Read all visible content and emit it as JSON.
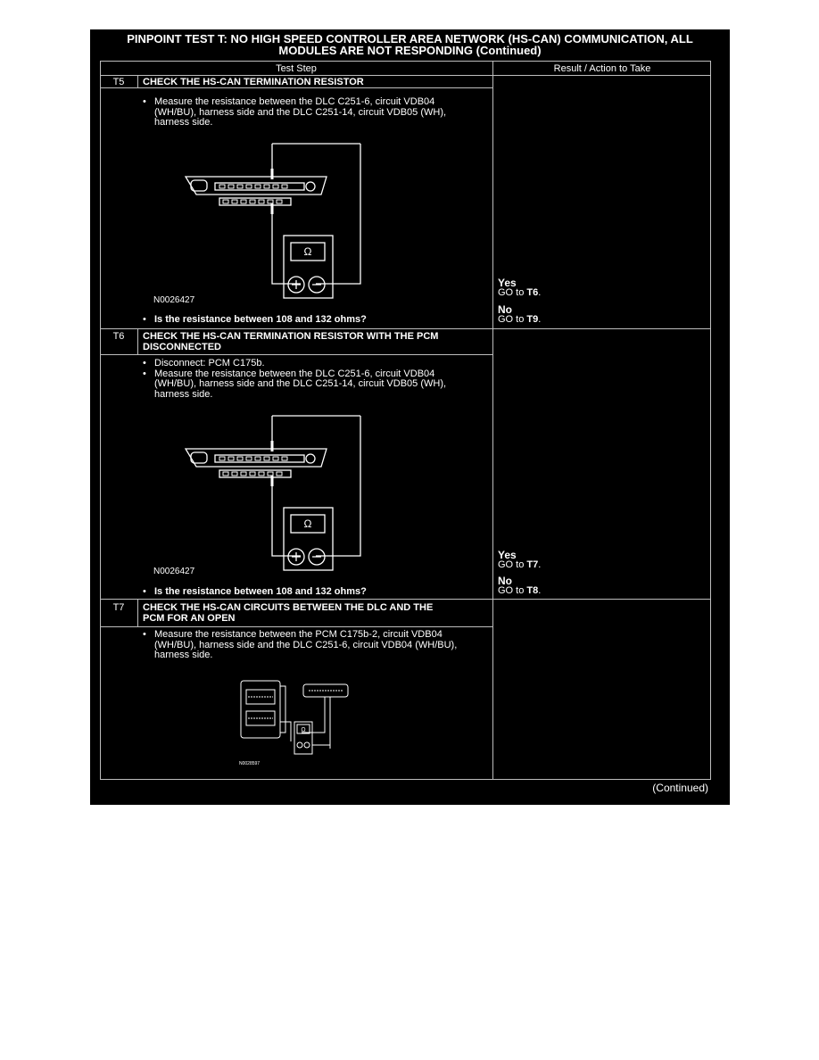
{
  "title": {
    "line1": "PINPOINT TEST  T: NO HIGH SPEED CONTROLLER AREA NETWORK (HS-CAN) COMMUNICATION, ALL",
    "line2": "MODULES ARE NOT RESPONDING (Continued)"
  },
  "table": {
    "col_test_step": "Test Step",
    "col_result": "Result / Action to Take"
  },
  "steps": [
    {
      "id": "T5",
      "title": "CHECK THE HS-CAN TERMINATION RESISTOR",
      "bullets": [
        "Measure the resistance between the DLC C251-6, circuit VDB04 (WH/BU), harness side and the DLC C251-14, circuit VDB05 (WH), harness side."
      ],
      "figure_id": "N0026427",
      "meter_symbol": "Ω",
      "question": "Is the resistance between 108 and 132 ohms?",
      "yes_label": "Yes",
      "yes_prefix": "GO to ",
      "yes_target": "T6",
      "no_label": "No",
      "no_prefix": "GO to ",
      "no_target": "T9"
    },
    {
      "id": "T6",
      "title_line1": "CHECK THE HS-CAN TERMINATION RESISTOR WITH THE PCM",
      "title_line2": "DISCONNECTED",
      "bullets": [
        "Disconnect: PCM C175b.",
        "Measure the resistance between the DLC C251-6, circuit VDB04 (WH/BU), harness side and the DLC C251-14, circuit VDB05 (WH), harness side."
      ],
      "figure_id": "N0026427",
      "meter_symbol": "Ω",
      "question": "Is the resistance between 108 and 132 ohms?",
      "yes_label": "Yes",
      "yes_prefix": "GO to ",
      "yes_target": "T7",
      "no_label": "No",
      "no_prefix": "GO to ",
      "no_target": "T8"
    },
    {
      "id": "T7",
      "title_line1": "CHECK THE HS-CAN CIRCUITS BETWEEN THE DLC AND THE",
      "title_line2": "PCM FOR AN OPEN",
      "bullets": [
        "Measure the resistance between the PCM C175b-2, circuit VDB04 (WH/BU), harness side and the DLC C251-6, circuit VDB04 (WH/BU), harness side."
      ],
      "meter_symbol": "Ω",
      "figure_id": "N0028597"
    }
  ],
  "footer": {
    "continued": "(Continued)"
  }
}
